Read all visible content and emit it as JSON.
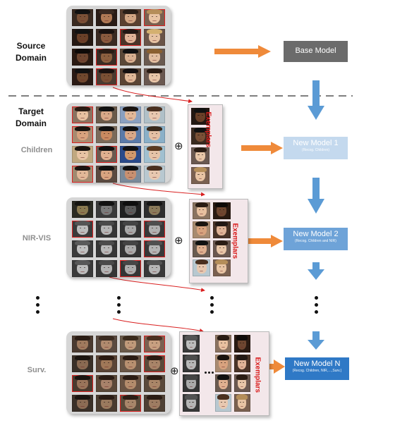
{
  "labels": {
    "source_domain": "Source\nDomain",
    "target_domain": "Target\nDomain",
    "children": "Children",
    "nir_vis": "NIR-VIS",
    "surv": "Surv."
  },
  "exemplars_label": "Exemplars",
  "oplus": "⊕",
  "models": {
    "base": "Base Model",
    "m1_title": "New Model 1",
    "m1_sub": "(Recog. Children)",
    "m2_title": "New Model 2",
    "m2_sub": "(Recog. Children and NIR)",
    "mn_title": "New Model N",
    "mn_sub": "(Recog. Children, NIR,…,Surv.)"
  },
  "colors": {
    "orange_arrow": "#ef8a3a",
    "blue_arrow": "#5b9bd5",
    "red_link": "#d92020",
    "base_model": "#6b6b6b",
    "model_1": "#c4d9ee",
    "model_2": "#6ea3d8",
    "model_n": "#2f79c6"
  }
}
